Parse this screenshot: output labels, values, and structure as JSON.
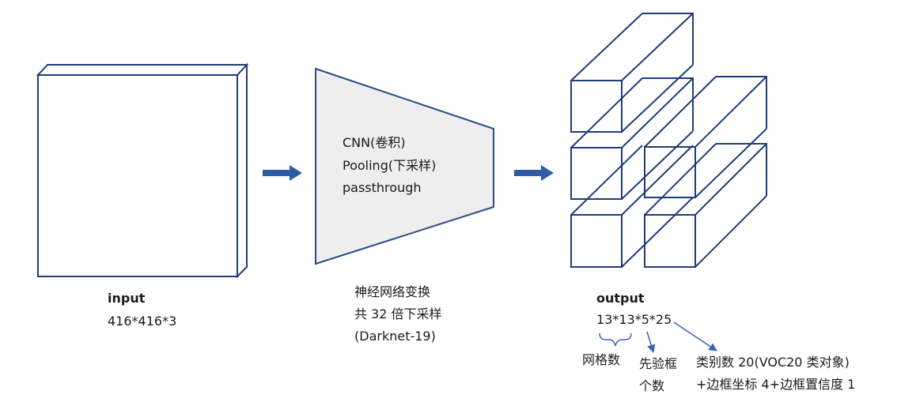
{
  "colors": {
    "stroke": "#1f3c7a",
    "arrow_fill": "#2e5ba8",
    "trapezoid_fill": "#eeeeee",
    "trapezoid_stroke": "#2b4a86",
    "annotation_arrow": "#3a66b8",
    "text": "#1a1a1a"
  },
  "input": {
    "label": "input",
    "size": "416*416*3"
  },
  "network": {
    "lines": [
      "CNN(卷积)",
      "Pooling(下采样)",
      "passthrough"
    ],
    "caption": [
      "神经网络变换",
      "共 32 倍下采样",
      "(Darknet-19)"
    ]
  },
  "output": {
    "label": "output",
    "size": "13*13*5*25",
    "annotations": {
      "grid": "网格数",
      "anchors": [
        "先验框",
        "个数"
      ],
      "attrs": [
        "类别数 20(VOC20 类对象)",
        "+边框坐标 4+边框置信度 1"
      ]
    }
  }
}
